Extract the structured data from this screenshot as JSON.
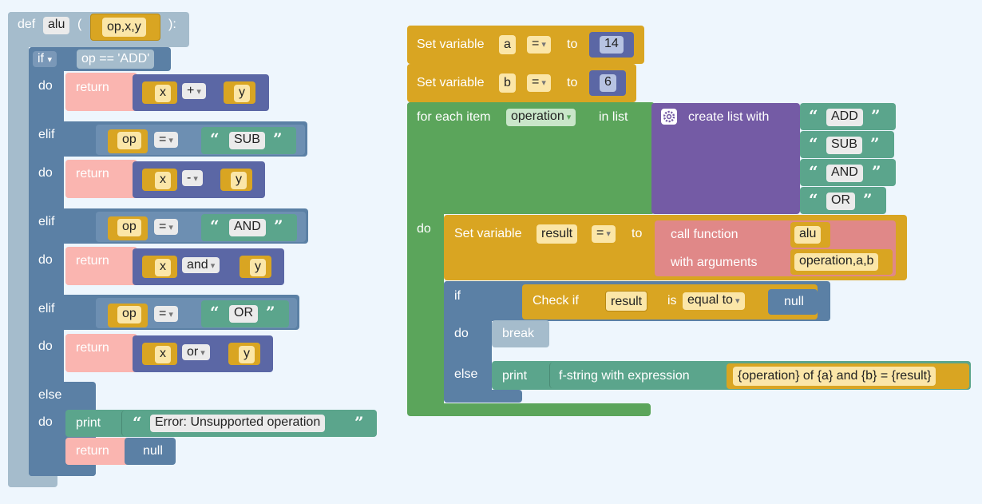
{
  "def_block": {
    "kw": "def",
    "name": "alu",
    "open_paren": "(",
    "params": "op,x,y",
    "close": "):"
  },
  "branches": [
    {
      "kw": "if",
      "kw_dropdown": "▾",
      "cond_text": "op == 'ADD'",
      "do": "do",
      "ret": "return",
      "left": "x",
      "op": "+",
      "right": "y"
    },
    {
      "kw": "elif",
      "lhs": "op",
      "cmp": "=",
      "str": "SUB",
      "do": "do",
      "ret": "return",
      "left": "x",
      "op": "-",
      "right": "y"
    },
    {
      "kw": "elif",
      "lhs": "op",
      "cmp": "=",
      "str": "AND",
      "do": "do",
      "ret": "return",
      "left": "x",
      "op": "and",
      "right": "y"
    },
    {
      "kw": "elif",
      "lhs": "op",
      "cmp": "=",
      "str": "OR",
      "do": "do",
      "ret": "return",
      "left": "x",
      "op": "or",
      "right": "y"
    }
  ],
  "else_branch": {
    "kw": "else",
    "do": "do",
    "print": "print",
    "message": "Error: Unsupported operation",
    "ret": "return",
    "ret_val": "null"
  },
  "set_a": {
    "label": "Set variable",
    "var": "a",
    "op": "=",
    "to": "to",
    "value": "14"
  },
  "set_b": {
    "label": "Set variable",
    "var": "b",
    "op": "=",
    "to": "to",
    "value": "6"
  },
  "loop": {
    "label": "for each item",
    "var": "operation",
    "in_list": "in list",
    "do": "do"
  },
  "list_block": {
    "label": "create list with",
    "items": [
      "ADD",
      "SUB",
      "AND",
      "OR"
    ]
  },
  "set_result": {
    "label": "Set variable",
    "var": "result",
    "op": "=",
    "to": "to"
  },
  "call": {
    "label": "call function",
    "args_label": "with arguments",
    "fn": "alu",
    "args": "operation,a,b"
  },
  "check": {
    "if": "if",
    "label": "Check if",
    "var": "result",
    "is": "is",
    "cmp": "equal to",
    "val": "null",
    "do": "do",
    "break": "break",
    "else": "else"
  },
  "print2": {
    "label": "print",
    "fstring_label": "f-string with expression",
    "expr": "{operation} of {a} and {b} = {result}"
  },
  "quote_open": "“",
  "quote_close": "”",
  "colors": {
    "background": "#eef6fd",
    "def": "#a5bccc",
    "logic": "#5b80a5",
    "return": "#fab5b0",
    "math": "#5b67a5",
    "variable": "#d9a522",
    "text": "#5ba58c",
    "loop": "#5ba55b",
    "list": "#745ba5",
    "function_call": "#e08888"
  }
}
